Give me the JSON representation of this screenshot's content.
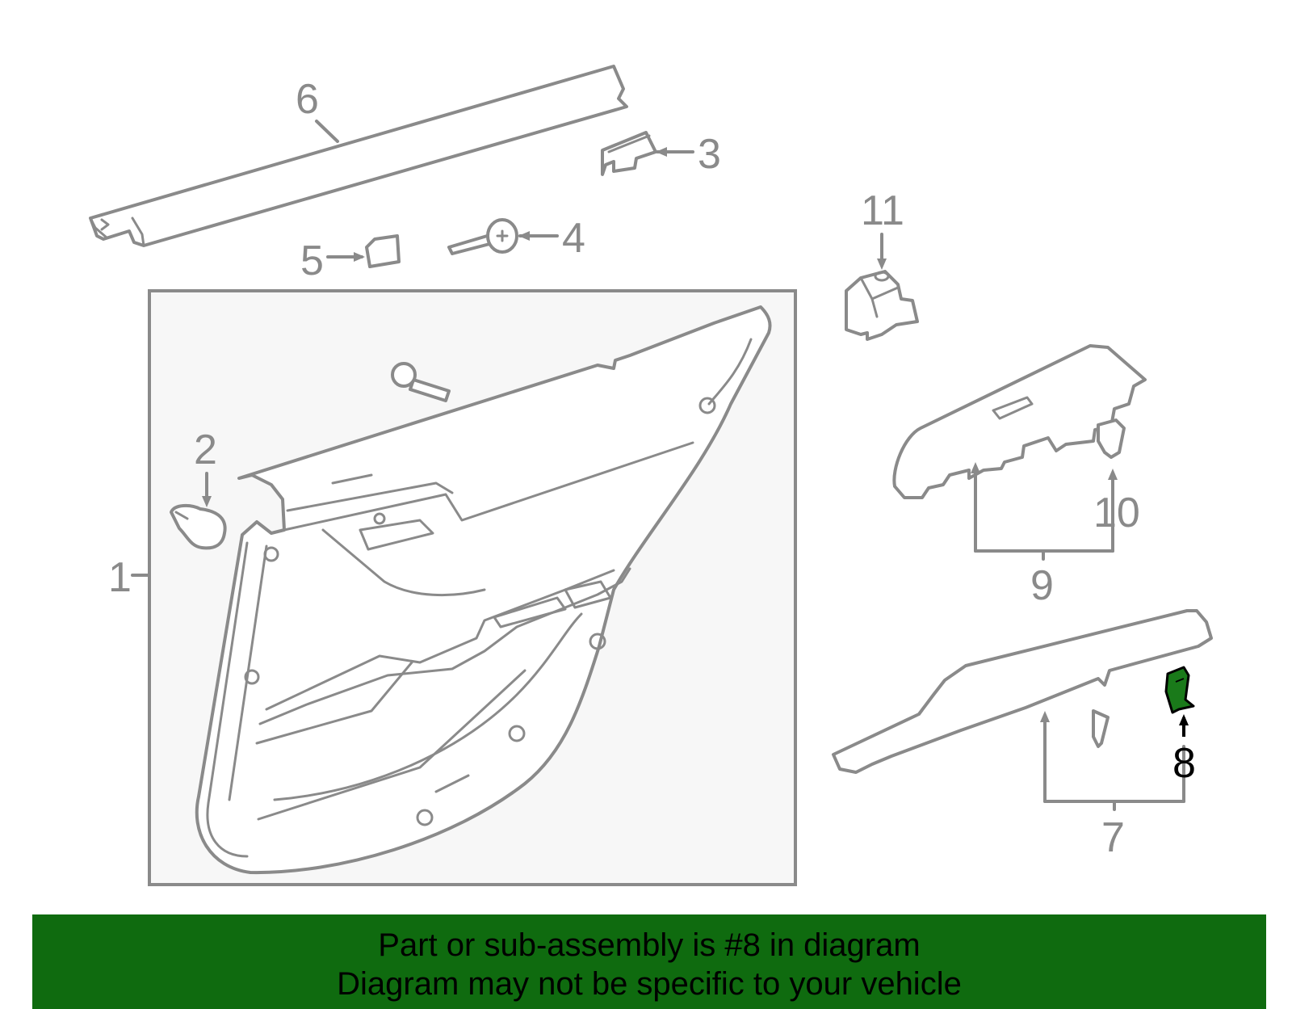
{
  "callouts": {
    "c1": "1",
    "c2": "2",
    "c3": "3",
    "c4": "4",
    "c5": "5",
    "c6": "6",
    "c7": "7",
    "c8": "8",
    "c9": "9",
    "c10": "10",
    "c11": "11"
  },
  "highlighted_callout": "8",
  "colors": {
    "banner": "#0f6b0f",
    "highlight_part": "#1a7a1a",
    "line": "#8a8a8a"
  },
  "banner": {
    "line1": "Part or sub-assembly is #8 in diagram",
    "line2": "Diagram may not be specific to your vehicle"
  }
}
